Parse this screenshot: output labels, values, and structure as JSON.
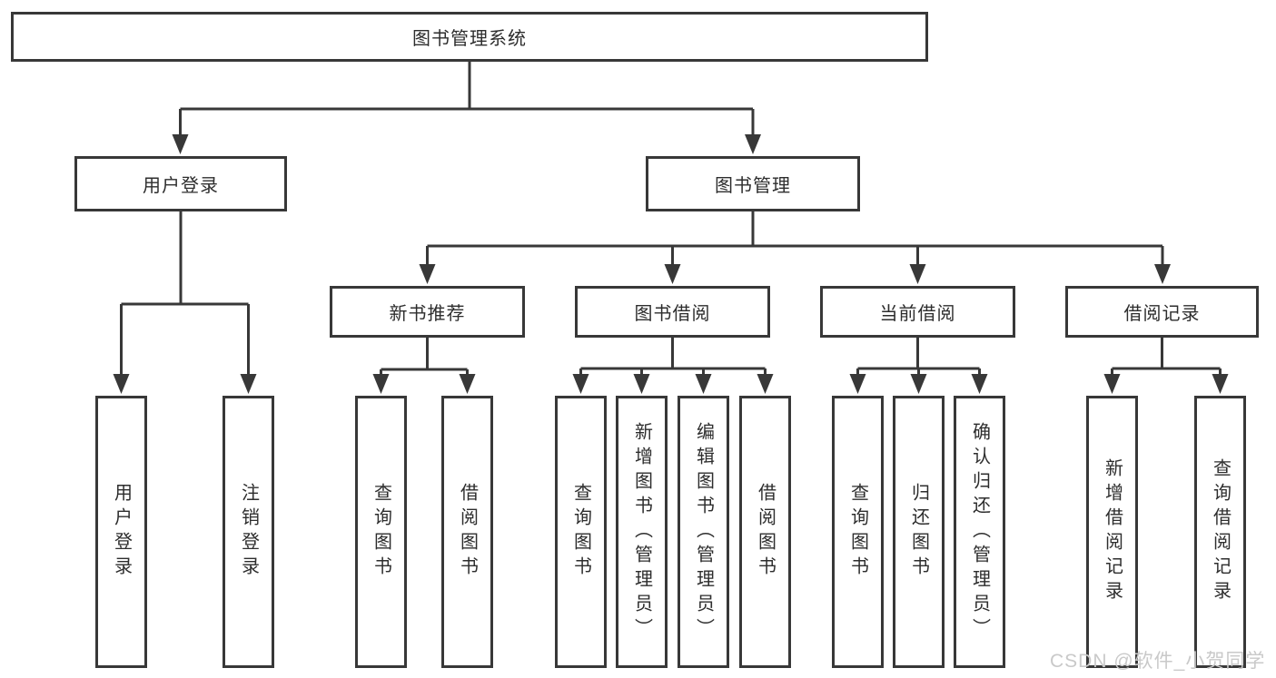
{
  "colors": {
    "line": "#383838",
    "box_border": "#383838",
    "box_background": "#ffffff",
    "text": "#2d2d2d",
    "watermark": "#c9c9c9"
  },
  "watermark": "CSDN @软件_小贺同学",
  "tree": {
    "root": {
      "label": "图书管理系统",
      "children": [
        {
          "label": "用户登录",
          "children": [
            {
              "label": "用户登录"
            },
            {
              "label": "注销登录"
            }
          ]
        },
        {
          "label": "图书管理",
          "children": [
            {
              "label": "新书推荐",
              "children": [
                {
                  "label": "查询图书"
                },
                {
                  "label": "借阅图书"
                }
              ]
            },
            {
              "label": "图书借阅",
              "children": [
                {
                  "label": "查询图书"
                },
                {
                  "label": "新增图书（管理员）"
                },
                {
                  "label": "编辑图书（管理员）"
                },
                {
                  "label": "借阅图书"
                }
              ]
            },
            {
              "label": "当前借阅",
              "children": [
                {
                  "label": "查询图书"
                },
                {
                  "label": "归还图书"
                },
                {
                  "label": "确认归还（管理员）"
                }
              ]
            },
            {
              "label": "借阅记录",
              "children": [
                {
                  "label": "新增借阅记录"
                },
                {
                  "label": "查询借阅记录"
                }
              ]
            }
          ]
        }
      ]
    }
  }
}
